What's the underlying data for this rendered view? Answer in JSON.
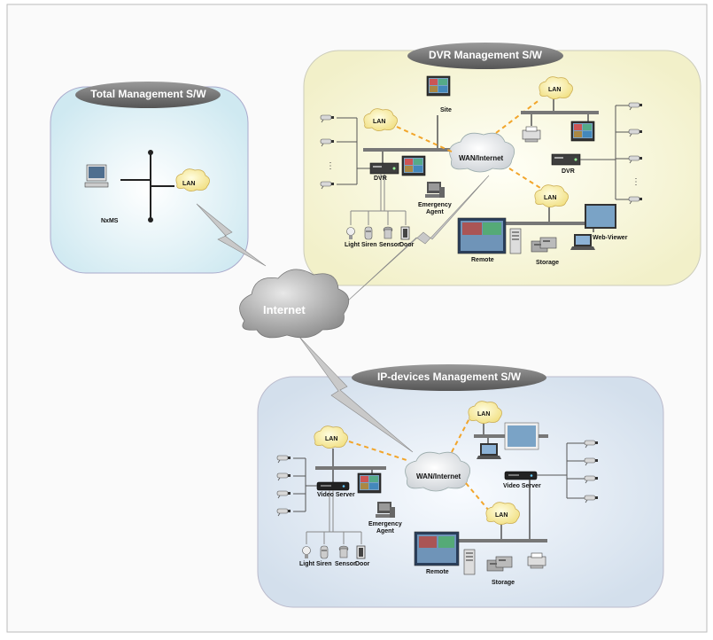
{
  "diagram": {
    "total": {
      "title": "Total Management S/W",
      "nxms": "NxMS",
      "lan": "LAN"
    },
    "dvr": {
      "title": "DVR Management  S/W",
      "site": "Site",
      "lan_left": "LAN",
      "lan_right": "LAN",
      "lan_bottom": "LAN",
      "wan": "WAN/Internet",
      "dvr_left": "DVR",
      "dvr_right": "DVR",
      "emergency": "Emergency\nAgent",
      "light": "Light",
      "siren": "Siren",
      "sensor": "Sensor",
      "door": "Door",
      "remote": "Remote",
      "storage": "Storage",
      "webviewer": "Web-Viewer"
    },
    "internet": "Internet",
    "ip": {
      "title": "IP-devices Management  S/W",
      "lan_left": "LAN",
      "lan_top": "LAN",
      "lan_bottom": "LAN",
      "wan": "WAN/Internet",
      "vs_left": "Video Server",
      "vs_right": "Video Server",
      "emergency": "Emergency\nAgent",
      "light": "Light",
      "siren": "Siren",
      "sensor": "Sensor",
      "door": "Door",
      "remote": "Remote",
      "storage": "Storage"
    }
  }
}
